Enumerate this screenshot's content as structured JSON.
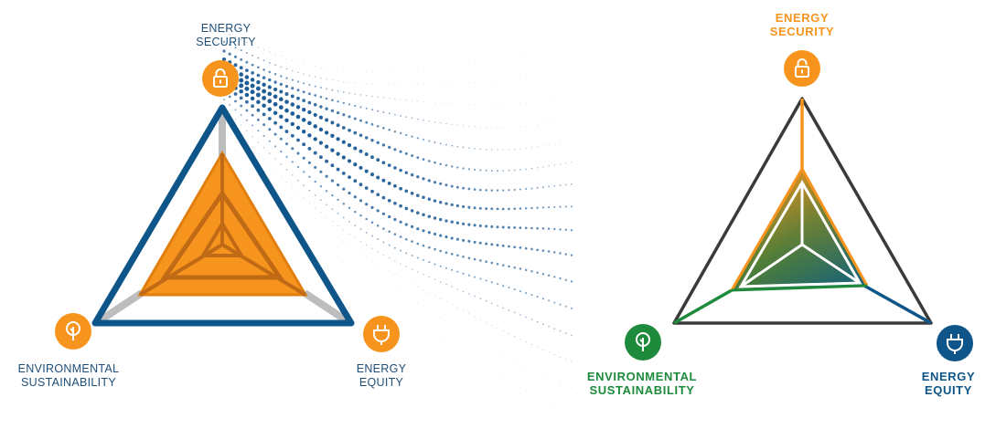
{
  "left_trilemma": {
    "top": {
      "line1": "ENERGY",
      "line2": "SECURITY",
      "icon": "lock-icon"
    },
    "bottom_left": {
      "line1": "ENVIRONMENTAL",
      "line2": "SUSTAINABILITY",
      "icon": "tree-icon"
    },
    "bottom_right": {
      "line1": "ENERGY",
      "line2": "EQUITY",
      "icon": "plug-icon"
    },
    "colors": {
      "frame": "#0e5589",
      "fill": "#f7941d",
      "icons": "#f7941d",
      "spokes": "#bdbdbd"
    }
  },
  "right_trilemma": {
    "top": {
      "line1": "ENERGY",
      "line2": "SECURITY",
      "icon": "lock-icon",
      "color": "#f7941d"
    },
    "bottom_left": {
      "line1": "ENVIRONMENTAL",
      "line2": "SUSTAINABILITY",
      "icon": "tree-icon",
      "color": "#1e8a3c"
    },
    "bottom_right": {
      "line1": "ENERGY",
      "line2": "EQUITY",
      "icon": "plug-icon",
      "color": "#0e5589"
    },
    "colors": {
      "frame": "#3a3a3a",
      "inner": "#ffffff"
    }
  },
  "dot_wave": {
    "color": "#1f5d97"
  }
}
